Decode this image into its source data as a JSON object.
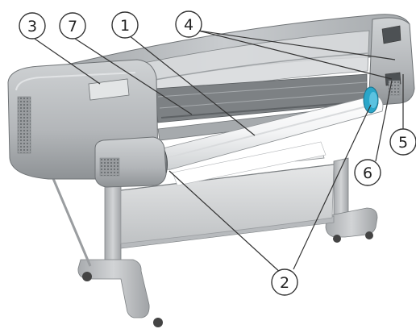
{
  "callouts": [
    {
      "label": "1"
    },
    {
      "label": "2"
    },
    {
      "label": "3"
    },
    {
      "label": "4"
    },
    {
      "label": "5"
    },
    {
      "label": "6"
    },
    {
      "label": "7"
    }
  ],
  "colors": {
    "body": "#b9bcbf",
    "body_dark": "#8d9194",
    "body_light": "#d6d8da",
    "paper": "#ffffff",
    "accent": "#2aa6c9",
    "stand": "#c4c6c8"
  },
  "icons": [
    "printer-illustration"
  ]
}
